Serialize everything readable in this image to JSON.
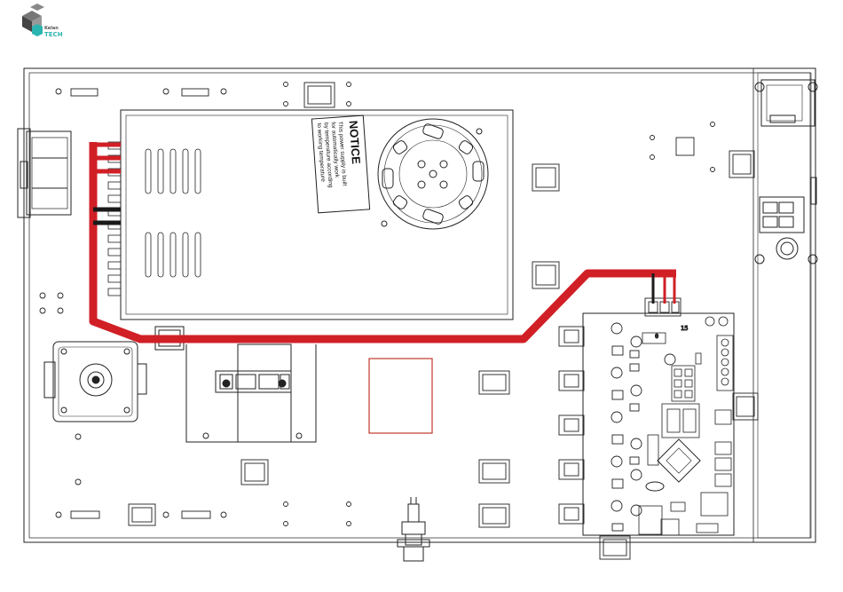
{
  "logo": {
    "line1": "Kelan",
    "line2": "TECH",
    "accent": "#2bb5b0",
    "dark": "#555555"
  },
  "notice": {
    "title": "NOTICE",
    "lines": [
      "This power supply is built",
      "for automatically work",
      "by temperature according",
      "to working temperature"
    ]
  },
  "board_labels": {
    "label_a": "0",
    "label_b": "15"
  },
  "colors": {
    "line": "#222222",
    "wire": "#d11f26",
    "wire_black": "#1a1a1a",
    "heatbed": "#c0392b"
  }
}
